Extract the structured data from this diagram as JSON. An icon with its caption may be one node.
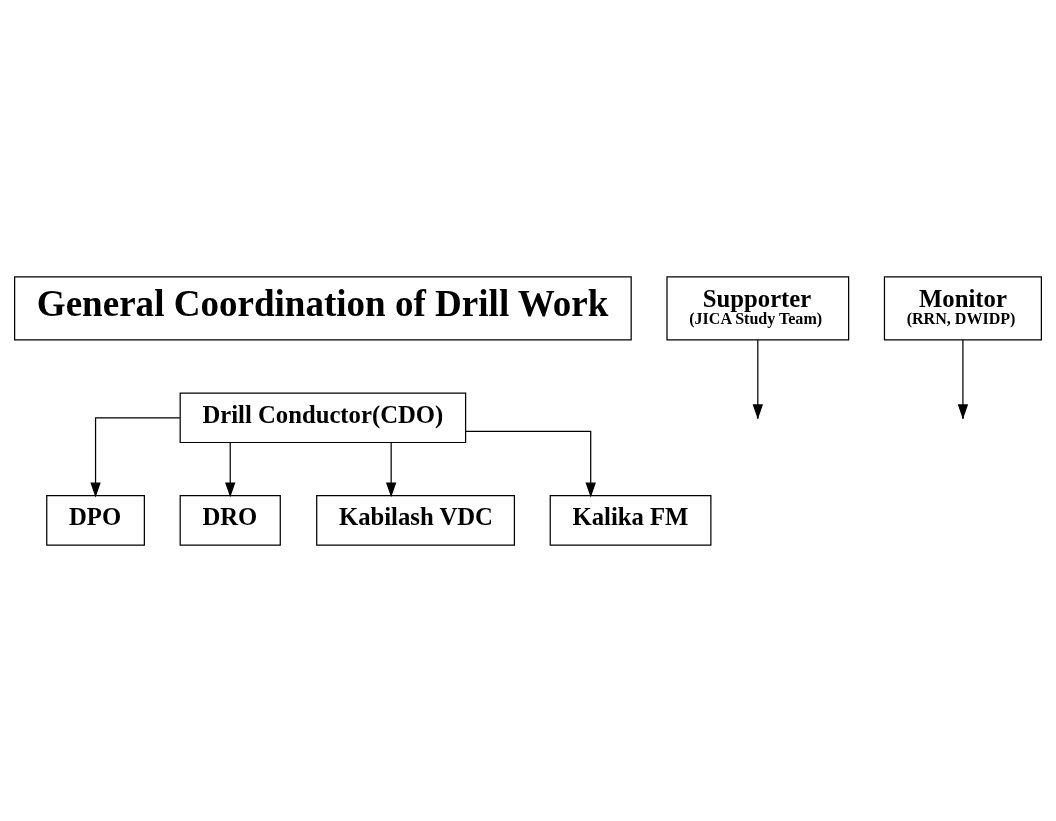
{
  "diagram": {
    "nodes": [
      {
        "text": [
          "General Coordination of Drill Work"
        ]
      },
      {
        "text": [
          "Drill Conductor(CDO)"
        ]
      },
      {
        "text": [
          "Supporter",
          "(JICA Study Team)"
        ]
      },
      {
        "text": [
          "Monitor",
          "(RRN, DWIDP)"
        ]
      },
      {
        "text": [
          "DPO"
        ]
      },
      {
        "text": [
          "DRO"
        ]
      },
      {
        "text": [
          "Kabilash VDC"
        ]
      },
      {
        "text": [
          "Kalika FM"
        ]
      }
    ],
    "edges": [
      {
        "from": 2,
        "to": null,
        "arrow": "to"
      },
      {
        "from": 3,
        "to": null,
        "arrow": "to"
      },
      {
        "from": 1,
        "to": 4,
        "arrow": "to"
      },
      {
        "from": 1,
        "to": 5,
        "arrow": "to"
      },
      {
        "from": 1,
        "to": 6,
        "arrow": "to"
      },
      {
        "from": 1,
        "to": 7,
        "arrow": "to"
      }
    ]
  }
}
